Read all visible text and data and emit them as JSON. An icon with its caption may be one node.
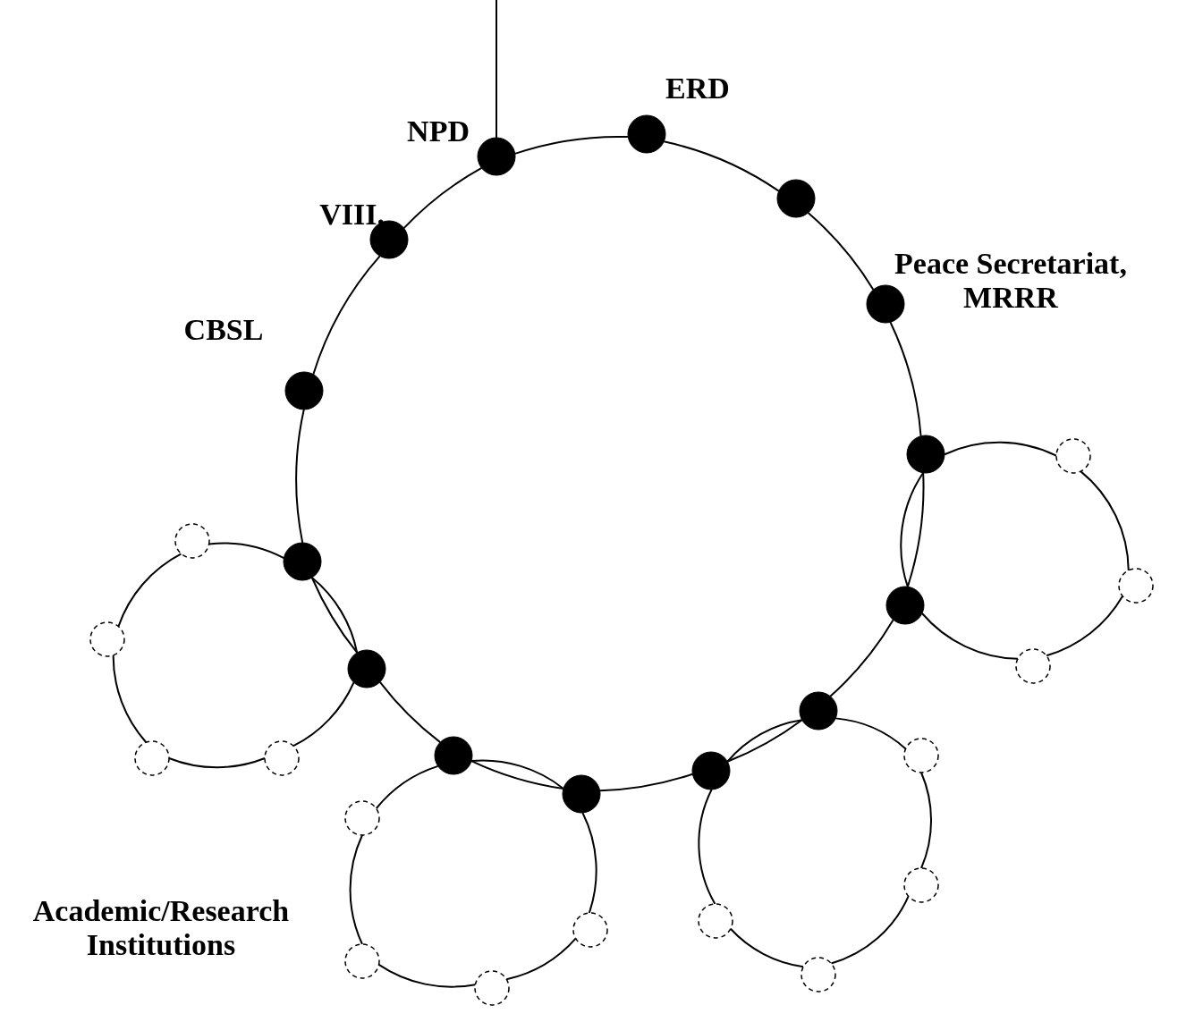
{
  "diagram": {
    "nodes": [
      {
        "text": [],
        "shape": "circle",
        "beside": [
          "NPD"
        ]
      },
      {
        "text": [],
        "shape": "circle",
        "beside": [
          "ERD"
        ]
      },
      {
        "text": [],
        "shape": "circle"
      },
      {
        "text": [],
        "shape": "circle",
        "beside": [
          "Peace Secretariat, MRRR"
        ]
      },
      {
        "text": [],
        "shape": "circle"
      },
      {
        "text": [],
        "shape": "circle"
      },
      {
        "text": [],
        "shape": "circle"
      },
      {
        "text": [],
        "shape": "circle"
      },
      {
        "text": [],
        "shape": "circle"
      },
      {
        "text": [],
        "shape": "circle"
      },
      {
        "text": [],
        "shape": "circle"
      },
      {
        "text": [],
        "shape": "circle"
      },
      {
        "text": [],
        "shape": "circle",
        "beside": [
          "CBSL"
        ]
      },
      {
        "text": [],
        "shape": "circle",
        "beside": [
          "VIII."
        ]
      },
      {
        "text": [],
        "shape": "circle"
      },
      {
        "text": [],
        "shape": "circle"
      },
      {
        "text": [],
        "shape": "circle"
      },
      {
        "text": [],
        "shape": "circle"
      },
      {
        "text": [],
        "shape": "circle"
      },
      {
        "text": [],
        "shape": "circle"
      },
      {
        "text": [],
        "shape": "circle"
      },
      {
        "text": [],
        "shape": "circle"
      },
      {
        "text": [],
        "shape": "circle"
      },
      {
        "text": [],
        "shape": "circle"
      },
      {
        "text": [],
        "shape": "circle"
      },
      {
        "text": [],
        "shape": "circle"
      },
      {
        "text": [],
        "shape": "circle"
      },
      {
        "text": [],
        "shape": "circle"
      },
      {
        "text": [],
        "shape": "circle"
      }
    ],
    "edges": [
      {
        "from": 0,
        "to": 1,
        "arrow": "none"
      },
      {
        "from": 1,
        "to": 2,
        "arrow": "none"
      },
      {
        "from": 2,
        "to": 3,
        "arrow": "none"
      },
      {
        "from": 3,
        "to": 4,
        "arrow": "none"
      },
      {
        "from": 4,
        "to": 5,
        "arrow": "none"
      },
      {
        "from": 5,
        "to": 6,
        "arrow": "none"
      },
      {
        "from": 6,
        "to": 7,
        "arrow": "none"
      },
      {
        "from": 7,
        "to": 8,
        "arrow": "none"
      },
      {
        "from": 8,
        "to": 9,
        "arrow": "none"
      },
      {
        "from": 9,
        "to": 10,
        "arrow": "none"
      },
      {
        "from": 10,
        "to": 11,
        "arrow": "none"
      },
      {
        "from": 11,
        "to": 12,
        "arrow": "none"
      },
      {
        "from": 12,
        "to": 13,
        "arrow": "none"
      },
      {
        "from": 13,
        "to": 0,
        "arrow": "none"
      },
      {
        "from": 4,
        "to": 14,
        "arrow": "none"
      },
      {
        "from": 14,
        "to": 15,
        "arrow": "none"
      },
      {
        "from": 15,
        "to": 16,
        "arrow": "none"
      },
      {
        "from": 16,
        "to": 5,
        "arrow": "none"
      },
      {
        "from": 5,
        "to": 4,
        "arrow": "none"
      },
      {
        "from": 6,
        "to": 17,
        "arrow": "none"
      },
      {
        "from": 17,
        "to": 18,
        "arrow": "none"
      },
      {
        "from": 18,
        "to": 19,
        "arrow": "none"
      },
      {
        "from": 19,
        "to": 20,
        "arrow": "none"
      },
      {
        "from": 20,
        "to": 7,
        "arrow": "none"
      },
      {
        "from": 7,
        "to": 6,
        "arrow": "none"
      },
      {
        "from": 9,
        "to": 8,
        "arrow": "none"
      },
      {
        "from": 8,
        "to": 22,
        "arrow": "none"
      },
      {
        "from": 22,
        "to": 23,
        "arrow": "none"
      },
      {
        "from": 23,
        "to": 24,
        "arrow": "none"
      },
      {
        "from": 24,
        "to": 21,
        "arrow": "none"
      },
      {
        "from": 21,
        "to": 9,
        "arrow": "none"
      },
      {
        "from": 25,
        "to": 11,
        "arrow": "none"
      },
      {
        "from": 11,
        "to": 10,
        "arrow": "none"
      },
      {
        "from": 10,
        "to": 28,
        "arrow": "none"
      },
      {
        "from": 28,
        "to": 27,
        "arrow": "none"
      },
      {
        "from": 27,
        "to": 26,
        "arrow": "none"
      },
      {
        "from": 26,
        "to": 25,
        "arrow": "none"
      },
      {
        "from": null,
        "to": 0,
        "arrow": "none"
      }
    ],
    "labels": [
      "Academic/Research Institutions"
    ]
  }
}
